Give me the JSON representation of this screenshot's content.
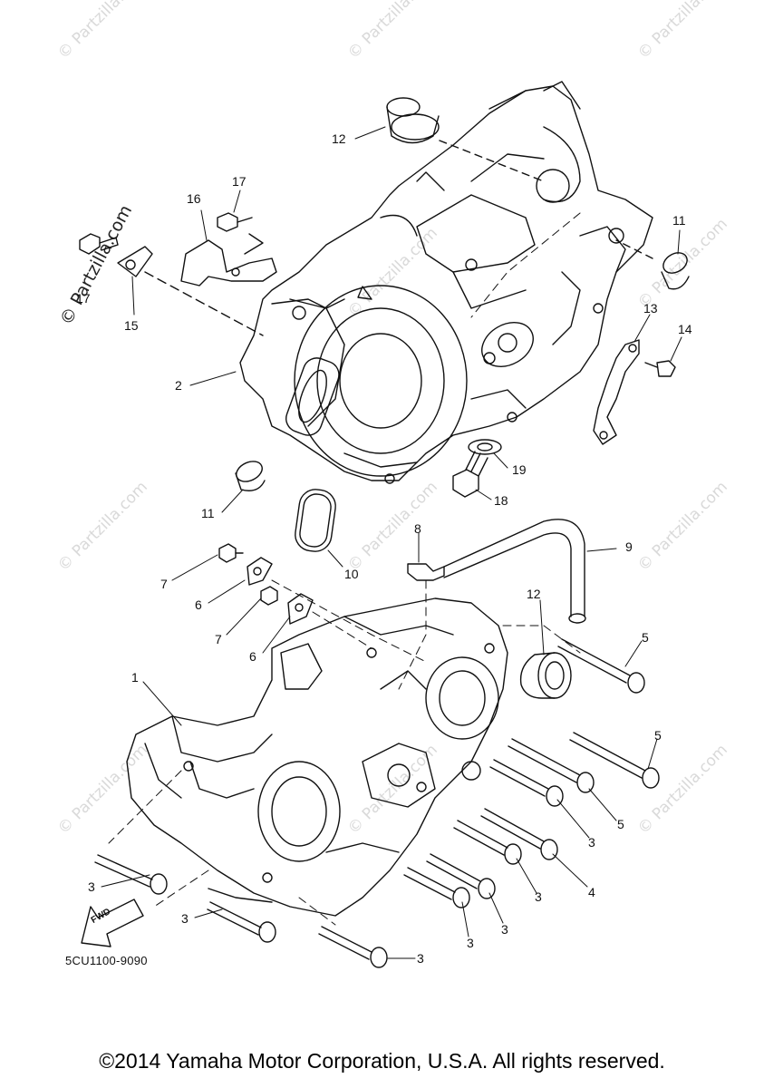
{
  "diagram": {
    "part_code": "5CU1100-9090",
    "fwd_label": "FWD",
    "copyright": "©2014 Yamaha Motor Corporation, U.S.A. All rights reserved.",
    "watermark": "© Partzilla.com",
    "callouts": [
      {
        "id": "c12a",
        "label": "12"
      },
      {
        "id": "c17a",
        "label": "17"
      },
      {
        "id": "c16",
        "label": "16"
      },
      {
        "id": "c17b",
        "label": "17"
      },
      {
        "id": "c15",
        "label": "15"
      },
      {
        "id": "c11a",
        "label": "11"
      },
      {
        "id": "c13",
        "label": "13"
      },
      {
        "id": "c14",
        "label": "14"
      },
      {
        "id": "c2",
        "label": "2"
      },
      {
        "id": "c19",
        "label": "19"
      },
      {
        "id": "c11b",
        "label": "11"
      },
      {
        "id": "c18",
        "label": "18"
      },
      {
        "id": "c10",
        "label": "10"
      },
      {
        "id": "c8",
        "label": "8"
      },
      {
        "id": "c9",
        "label": "9"
      },
      {
        "id": "c7a",
        "label": "7"
      },
      {
        "id": "c6a",
        "label": "6"
      },
      {
        "id": "c7b",
        "label": "7"
      },
      {
        "id": "c6b",
        "label": "6"
      },
      {
        "id": "c12b",
        "label": "12"
      },
      {
        "id": "c5a",
        "label": "5"
      },
      {
        "id": "c1",
        "label": "1"
      },
      {
        "id": "c5b",
        "label": "5"
      },
      {
        "id": "c5c",
        "label": "5"
      },
      {
        "id": "c3a",
        "label": "3"
      },
      {
        "id": "c4",
        "label": "4"
      },
      {
        "id": "c3b",
        "label": "3"
      },
      {
        "id": "c3c",
        "label": "3"
      },
      {
        "id": "c3d",
        "label": "3"
      },
      {
        "id": "c3e",
        "label": "3"
      },
      {
        "id": "c3f",
        "label": "3"
      },
      {
        "id": "c3g",
        "label": "3"
      }
    ]
  }
}
